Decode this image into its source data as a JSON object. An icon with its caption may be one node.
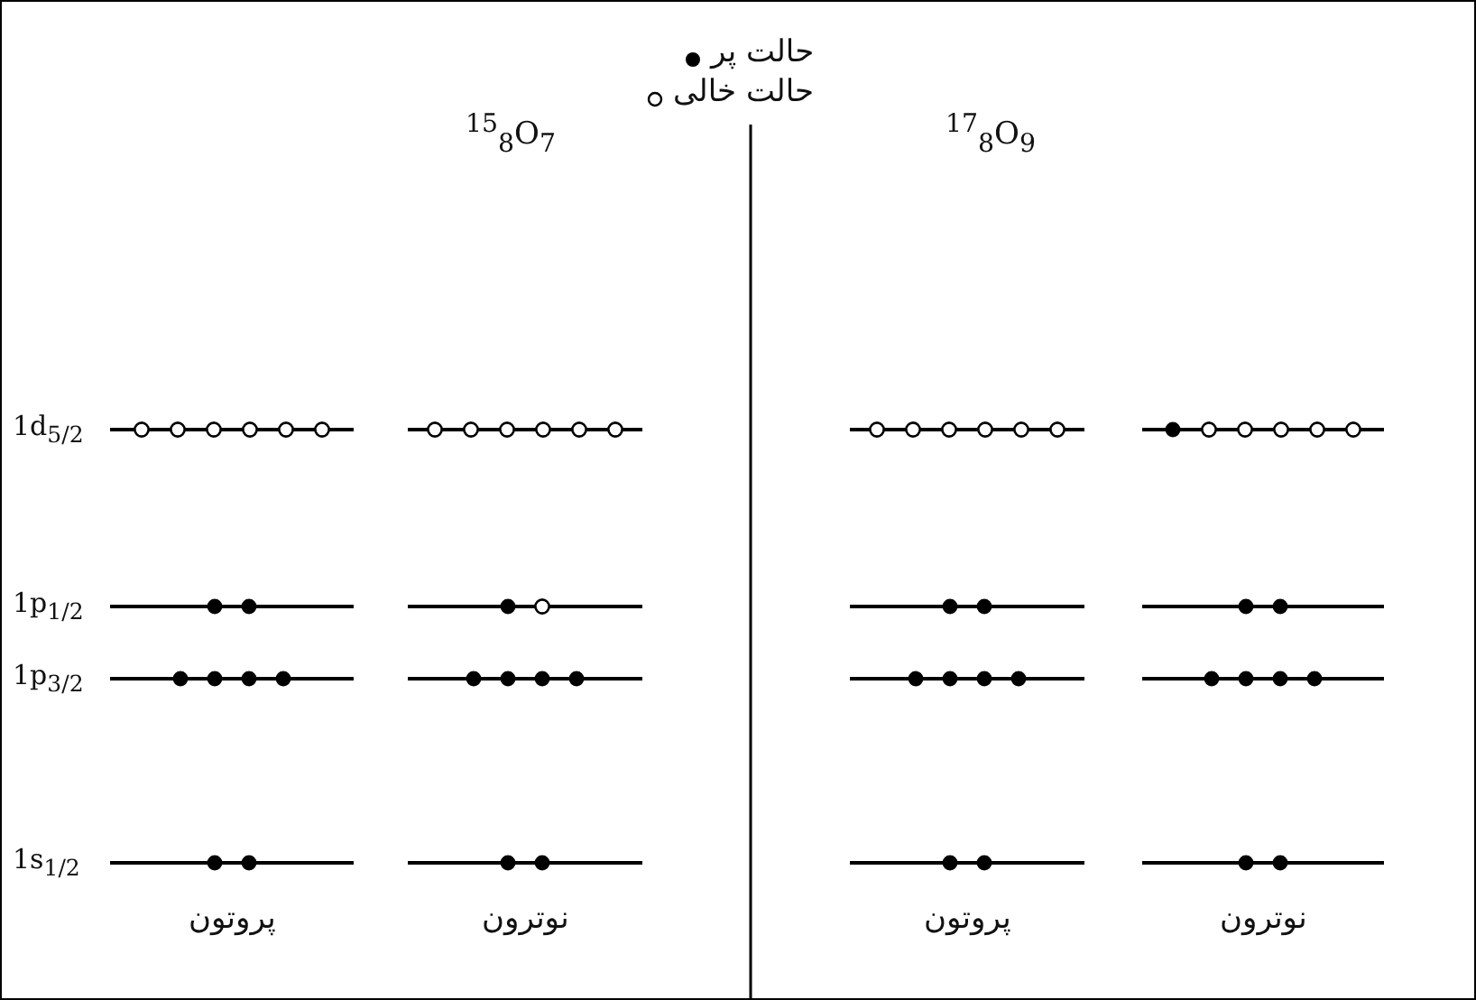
{
  "diagram": {
    "labels": [
      "$^{15}$$_{8}$O$_{7}$",
      "$^{17}$$_{8}$O$_{9}$",
      "1d$_{5/2}$",
      "1p$_{1/2}$",
      "1p$_{3/2}$",
      "1s$_{1/2}$",
      "پروتون",
      "نوترون",
      "پروتون",
      "نوترون"
    ],
    "legend": [
      {
        "text": "حالت پر"
      },
      {
        "text": "حالت خالی"
      }
    ]
  }
}
